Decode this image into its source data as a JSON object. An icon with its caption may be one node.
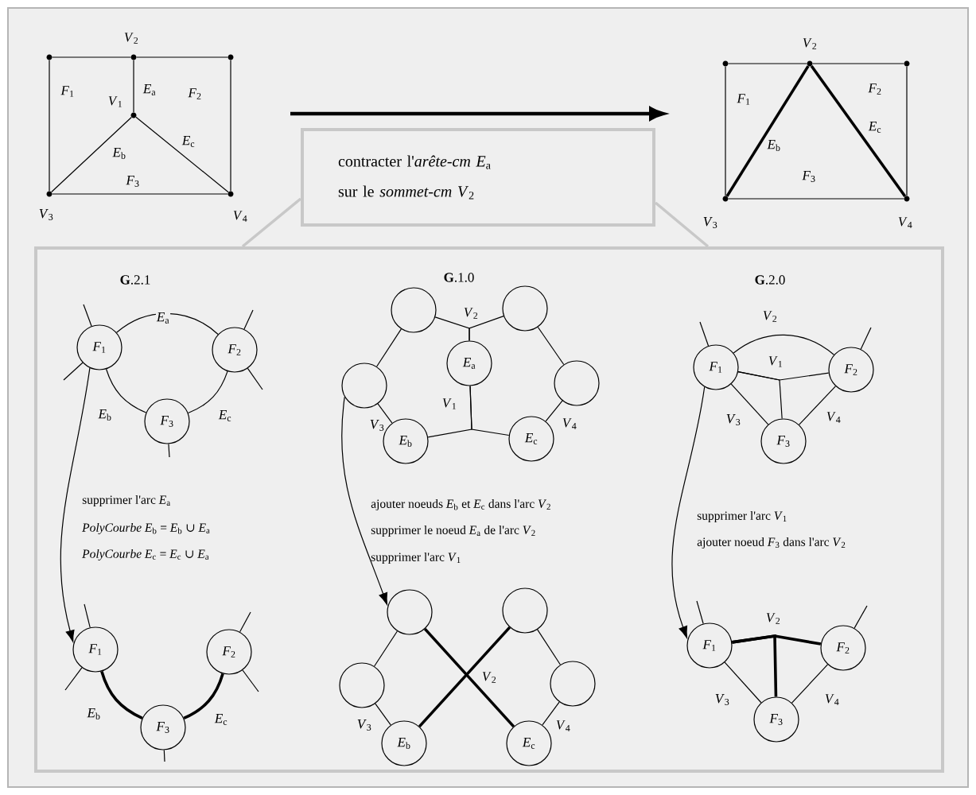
{
  "diagram": {
    "nodes": [
      {
        "text": [],
        "shape": "circle"
      },
      {
        "text": [],
        "shape": "circle",
        "beside": [
          "*V*$_{2}$"
        ]
      },
      {
        "text": [],
        "shape": "circle"
      },
      {
        "text": [],
        "shape": "circle",
        "beside": [
          "*V*$_{1}$"
        ]
      },
      {
        "text": [],
        "shape": "circle",
        "beside": [
          "*V*$_{3}$"
        ]
      },
      {
        "text": [],
        "shape": "circle",
        "beside": [
          "*V*$_{4}$"
        ]
      },
      {
        "text": [],
        "shape": "circle"
      },
      {
        "text": [],
        "shape": "circle",
        "beside": [
          "*V*$_{2}$"
        ]
      },
      {
        "text": [],
        "shape": "circle"
      },
      {
        "text": [],
        "shape": "circle",
        "beside": [
          "*V*$_{3}$"
        ]
      },
      {
        "text": [],
        "shape": "circle",
        "beside": [
          "*V*$_{4}$"
        ]
      },
      {
        "text": [
          "contracter l'*arête-cm* *E*$_{a}$",
          "sur le *sommet-cm* *V*$_{2}$"
        ]
      },
      {
        "text": [],
        "shape": "box"
      },
      {
        "text": [
          "*F*$_{1}$"
        ],
        "in": 12
      },
      {
        "text": [
          "*F*$_{2}$"
        ],
        "in": 12
      },
      {
        "text": [
          "*F*$_{3}$"
        ],
        "in": 12
      },
      {
        "text": [
          "*F*$_{1}$"
        ],
        "in": 12
      },
      {
        "text": [
          "*F*$_{2}$"
        ],
        "in": 12
      },
      {
        "text": [
          "*F*$_{3}$"
        ],
        "in": 12
      },
      {
        "text": [],
        "shape": "circle",
        "in": 12
      },
      {
        "text": [],
        "shape": "circle",
        "in": 12
      },
      {
        "text": [
          "*E*$_{a}$"
        ],
        "in": 12
      },
      {
        "text": [],
        "shape": "circle",
        "in": 12
      },
      {
        "text": [],
        "shape": "circle",
        "in": 12
      },
      {
        "text": [
          "*E*$_{b}$"
        ],
        "in": 12
      },
      {
        "text": [
          "*E*$_{c}$"
        ],
        "in": 12
      },
      {
        "text": [],
        "shape": "circle",
        "in": 12
      },
      {
        "text": [],
        "shape": "circle",
        "in": 12
      },
      {
        "text": [],
        "shape": "circle",
        "in": 12
      },
      {
        "text": [],
        "shape": "circle",
        "in": 12
      },
      {
        "text": [
          "*E*$_{b}$"
        ],
        "in": 12
      },
      {
        "text": [
          "*E*$_{c}$"
        ],
        "in": 12
      },
      {
        "text": [
          "*F*$_{1}$"
        ],
        "in": 12
      },
      {
        "text": [
          "*F*$_{2}$"
        ],
        "in": 12
      },
      {
        "text": [
          "*F*$_{3}$"
        ],
        "in": 12
      },
      {
        "text": [
          "*F*$_{1}$"
        ],
        "in": 12
      },
      {
        "text": [
          "*F*$_{2}$"
        ],
        "in": 12
      },
      {
        "text": [
          "*F*$_{3}$"
        ],
        "in": 12
      }
    ],
    "edges": [
      {
        "from": 0,
        "to": 1,
        "arrow": "none"
      },
      {
        "from": 1,
        "to": 2,
        "arrow": "none"
      },
      {
        "from": 0,
        "to": 4,
        "arrow": "none"
      },
      {
        "from": 2,
        "to": 5,
        "arrow": "none"
      },
      {
        "from": 4,
        "to": 5,
        "arrow": "none"
      },
      {
        "from": 1,
        "to": 3,
        "arrow": "none",
        "label": "*E*$_{a}$"
      },
      {
        "from": 3,
        "to": 4,
        "arrow": "none",
        "label": "*E*$_{b}$"
      },
      {
        "from": 3,
        "to": 5,
        "arrow": "none",
        "label": "*E*$_{c}$"
      },
      {
        "from": 6,
        "to": 7,
        "arrow": "none"
      },
      {
        "from": 7,
        "to": 8,
        "arrow": "none"
      },
      {
        "from": 6,
        "to": 9,
        "arrow": "none"
      },
      {
        "from": 8,
        "to": 10,
        "arrow": "none"
      },
      {
        "from": 9,
        "to": 10,
        "arrow": "none"
      },
      {
        "from": 7,
        "to": 9,
        "arrow": "none",
        "style": "thick",
        "label": "*E*$_{b}$"
      },
      {
        "from": 7,
        "to": 10,
        "arrow": "none",
        "style": "thick",
        "label": "*E*$_{c}$"
      },
      {
        "from": 11,
        "to": 12,
        "arrow": "none",
        "style": "thick",
        "color": "#c8c8c8"
      },
      {
        "from": 11,
        "to": 12,
        "arrow": "none",
        "style": "thick",
        "color": "#c8c8c8"
      },
      {
        "from": 13,
        "to": 14,
        "arrow": "none",
        "label": "*E*$_{a}$"
      },
      {
        "from": 13,
        "to": 15,
        "arrow": "none",
        "label": "*E*$_{b}$"
      },
      {
        "from": 14,
        "to": 15,
        "arrow": "none",
        "label": "*E*$_{c}$"
      },
      {
        "from": 13,
        "to": null,
        "arrow": "none"
      },
      {
        "from": 13,
        "to": null,
        "arrow": "none"
      },
      {
        "from": 14,
        "to": null,
        "arrow": "none"
      },
      {
        "from": 14,
        "to": null,
        "arrow": "none"
      },
      {
        "from": 15,
        "to": null,
        "arrow": "none"
      },
      {
        "from": 13,
        "to": 16,
        "arrow": "to"
      },
      {
        "from": 16,
        "to": 18,
        "arrow": "none",
        "style": "thick",
        "label": "*E*$_{b}$"
      },
      {
        "from": 17,
        "to": 18,
        "arrow": "none",
        "style": "thick",
        "label": "*E*$_{c}$"
      },
      {
        "from": 16,
        "to": null,
        "arrow": "none"
      },
      {
        "from": 16,
        "to": null,
        "arrow": "none"
      },
      {
        "from": 17,
        "to": null,
        "arrow": "none"
      },
      {
        "from": 17,
        "to": null,
        "arrow": "none"
      },
      {
        "from": 18,
        "to": null,
        "arrow": "none"
      },
      {
        "from": 19,
        "to": 21,
        "arrow": "none",
        "label": "*V*$_{2}$"
      },
      {
        "from": 20,
        "to": 21,
        "arrow": "none"
      },
      {
        "from": 21,
        "to": 24,
        "arrow": "none",
        "label": "*V*$_{1}$"
      },
      {
        "from": 21,
        "to": 25,
        "arrow": "none"
      },
      {
        "from": 19,
        "to": 22,
        "arrow": "none"
      },
      {
        "from": 22,
        "to": 24,
        "arrow": "none",
        "label": "*V*$_{3}$"
      },
      {
        "from": 20,
        "to": 23,
        "arrow": "none"
      },
      {
        "from": 23,
        "to": 25,
        "arrow": "none",
        "label": "*V*$_{4}$"
      },
      {
        "from": 22,
        "to": 26,
        "arrow": "to"
      },
      {
        "from": 26,
        "to": 28,
        "arrow": "none"
      },
      {
        "from": 28,
        "to": 30,
        "arrow": "none",
        "label": "*V*$_{3}$"
      },
      {
        "from": 27,
        "to": 29,
        "arrow": "none"
      },
      {
        "from": 29,
        "to": 31,
        "arrow": "none",
        "label": "*V*$_{4}$"
      },
      {
        "from": 26,
        "to": 31,
        "arrow": "none",
        "style": "thick",
        "label": "*V*$_{2}$"
      },
      {
        "from": 27,
        "to": 30,
        "arrow": "none",
        "style": "thick"
      },
      {
        "from": 32,
        "to": 33,
        "arrow": "none",
        "label": "*V*$_{2}$"
      },
      {
        "from": 32,
        "to": 33,
        "arrow": "none",
        "label": "*V*$_{1}$"
      },
      {
        "from": 34,
        "to": 32,
        "arrow": "none"
      },
      {
        "from": 32,
        "to": 34,
        "arrow": "none",
        "label": "*V*$_{3}$"
      },
      {
        "from": 33,
        "to": 34,
        "arrow": "none",
        "label": "*V*$_{4}$"
      },
      {
        "from": 32,
        "to": null,
        "arrow": "none"
      },
      {
        "from": 33,
        "to": null,
        "arrow": "none"
      },
      {
        "from": 32,
        "to": 35,
        "arrow": "to"
      },
      {
        "from": 35,
        "to": 36,
        "arrow": "none",
        "style": "thick",
        "label": "*V*$_{2}$"
      },
      {
        "from": 37,
        "to": 35,
        "arrow": "none",
        "style": "thick"
      },
      {
        "from": 35,
        "to": 37,
        "arrow": "none",
        "label": "*V*$_{3}$"
      },
      {
        "from": 36,
        "to": 37,
        "arrow": "none",
        "label": "*V*$_{4}$"
      },
      {
        "from": 35,
        "to": null,
        "arrow": "none"
      },
      {
        "from": 36,
        "to": null,
        "arrow": "none"
      }
    ],
    "labels": [
      "*F*$_{1}$",
      "*F*$_{2}$",
      "*F*$_{3}$",
      "*F*$_{1}$",
      "*F*$_{2}$",
      "*F*$_{3}$",
      "**G**.2.1",
      "**G**.1.0",
      "**G**.2.0",
      "supprimer l'arc *E*$_{a}$",
      "*PolyCourbe* *E*$_{b}$ = *E*$_{b}$ ∪ *E*$_{a}$",
      "*PolyCourbe* *E*$_{c}$ = *E*$_{c}$ ∪ *E*$_{a}$",
      "ajouter noeuds *E*$_{b}$ et *E*$_{c}$ dans l'arc *V*$_{2}$",
      "supprimer le noeud *E*$_{a}$ de l'arc *V*$_{2}$",
      "supprimer l'arc *V*$_{1}$",
      "supprimer l'arc *V*$_{1}$",
      "ajouter noeud *F*$_{3}$ dans l'arc *V*$_{2}$"
    ]
  }
}
